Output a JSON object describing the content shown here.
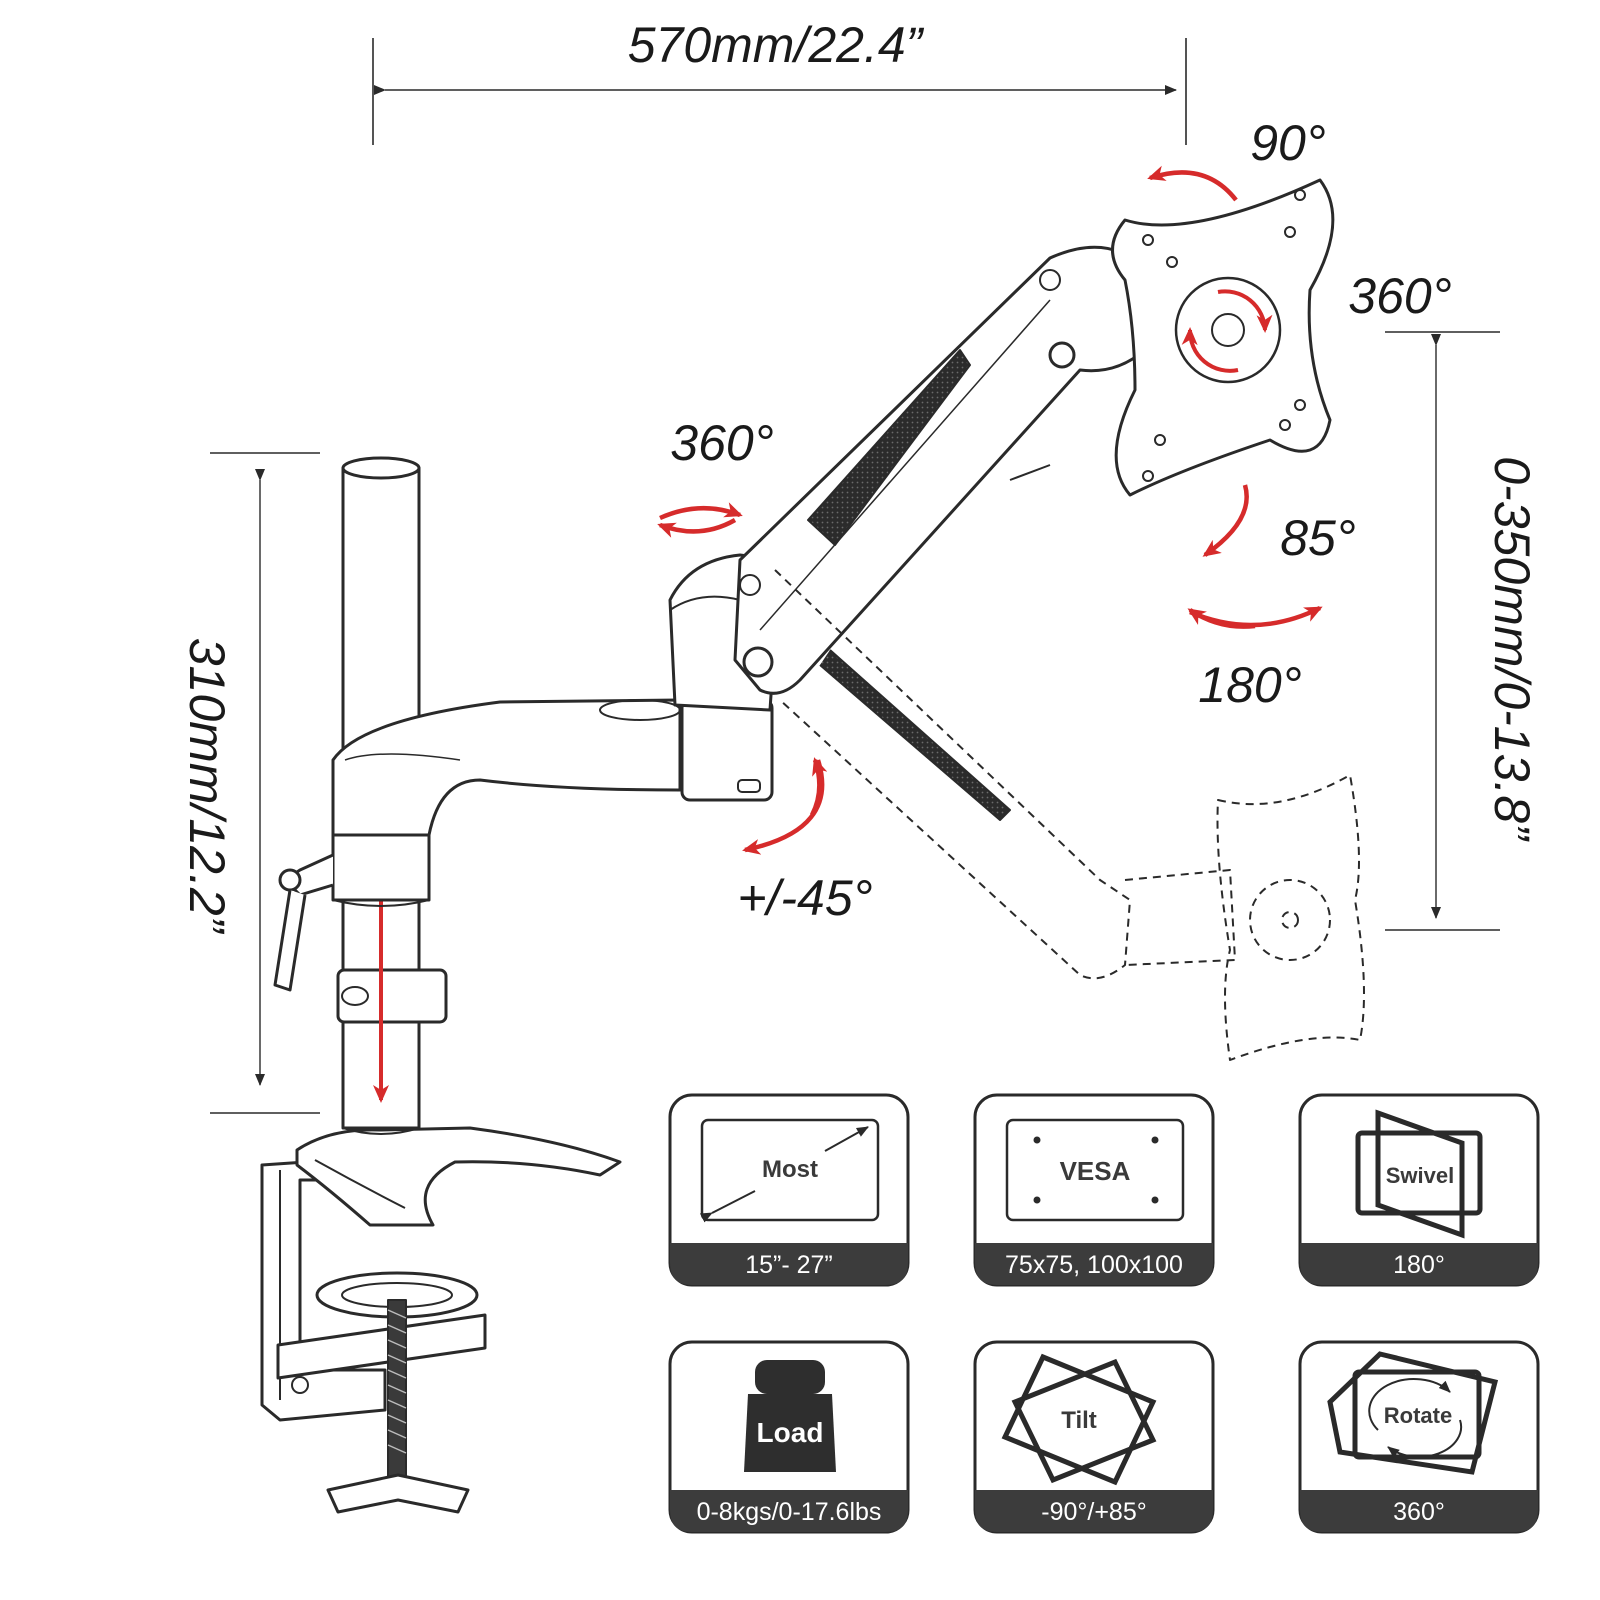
{
  "dimensions": {
    "reach": "570mm/22.4”",
    "pole_height": "310mm/12.2”",
    "height_range": "0-350mm/0-13.8”"
  },
  "angles": {
    "tilt_up": "90°",
    "rotate": "360°",
    "arm_swivel": "360°",
    "tilt_down": "85°",
    "swivel": "180°",
    "elbow": "+/-45°"
  },
  "features": [
    {
      "icon_text": "Most",
      "icon": "screen-size-icon",
      "value": "15”- 27”"
    },
    {
      "icon_text": "VESA",
      "icon": "vesa-plate-icon",
      "value": "75x75, 100x100"
    },
    {
      "icon_text": "Swivel",
      "icon": "swivel-icon",
      "value": "180°"
    },
    {
      "icon_text": "Load",
      "icon": "weight-icon",
      "value": "0-8kgs/0-17.6lbs"
    },
    {
      "icon_text": "Tilt",
      "icon": "tilt-icon",
      "value": "-90°/+85°"
    },
    {
      "icon_text": "Rotate",
      "icon": "rotate-icon",
      "value": "360°"
    }
  ],
  "colors": {
    "accent_arrow": "#d62b2b",
    "line": "#2a2a2a",
    "card_footer": "#3c3c3c"
  }
}
